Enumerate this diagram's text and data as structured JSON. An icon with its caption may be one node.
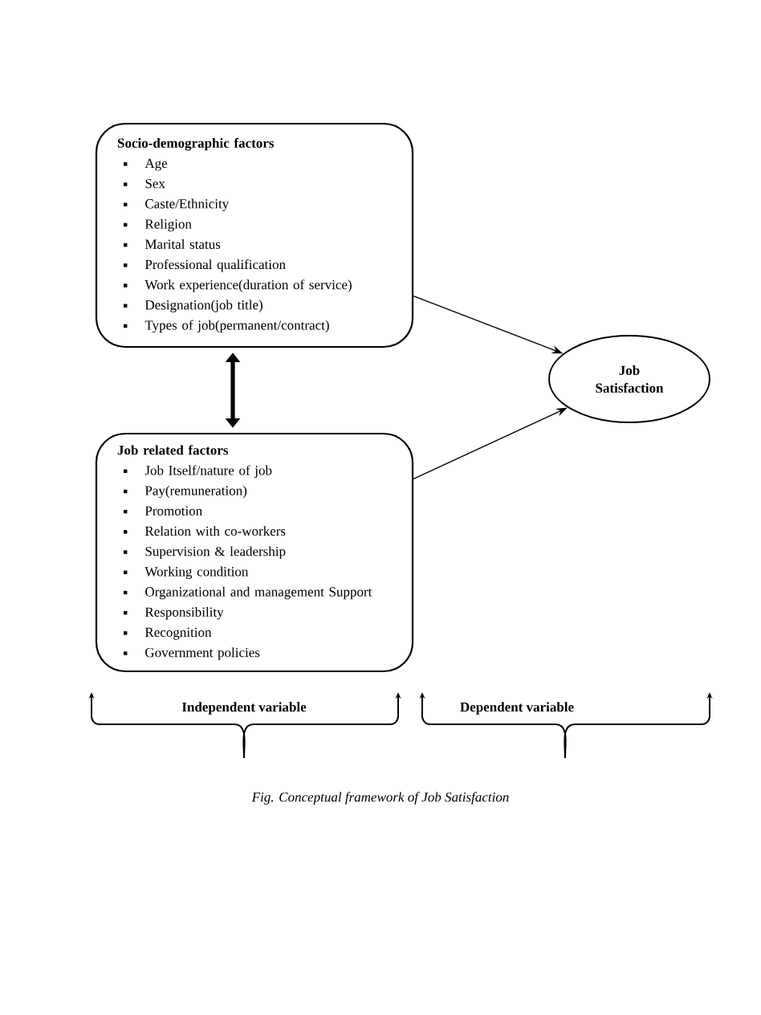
{
  "diagram": {
    "caption": "Fig. Conceptual framework of Job Satisfaction",
    "nodes": [
      {
        "text": [
          "Socio-demographic factors",
          "Age",
          "Sex",
          "Caste/Ethnicity",
          "Religion",
          "Marital status",
          "Professional qualification",
          "Work experience(duration of service)",
          "Designation(job title)",
          "Types of job(permanent/contract)"
        ]
      },
      {
        "text": [
          "Job related factors",
          "Job Itself/nature of job",
          "Pay(remuneration)",
          "Promotion",
          "Relation with co-workers",
          "Supervision & leadership",
          "Working condition",
          "Organizational and management Support",
          "Responsibility",
          "Recognition",
          "Government policies"
        ]
      },
      {
        "text": [
          "Job Satisfaction"
        ]
      }
    ],
    "edges": [
      {
        "from": 0,
        "to": 2,
        "arrow": "to"
      },
      {
        "from": 1,
        "to": 2,
        "arrow": "to"
      },
      {
        "from": 0,
        "to": 1,
        "arrow": "both",
        "style": "thick"
      }
    ],
    "labels": [
      "Independent variable",
      "Dependent variable"
    ]
  }
}
